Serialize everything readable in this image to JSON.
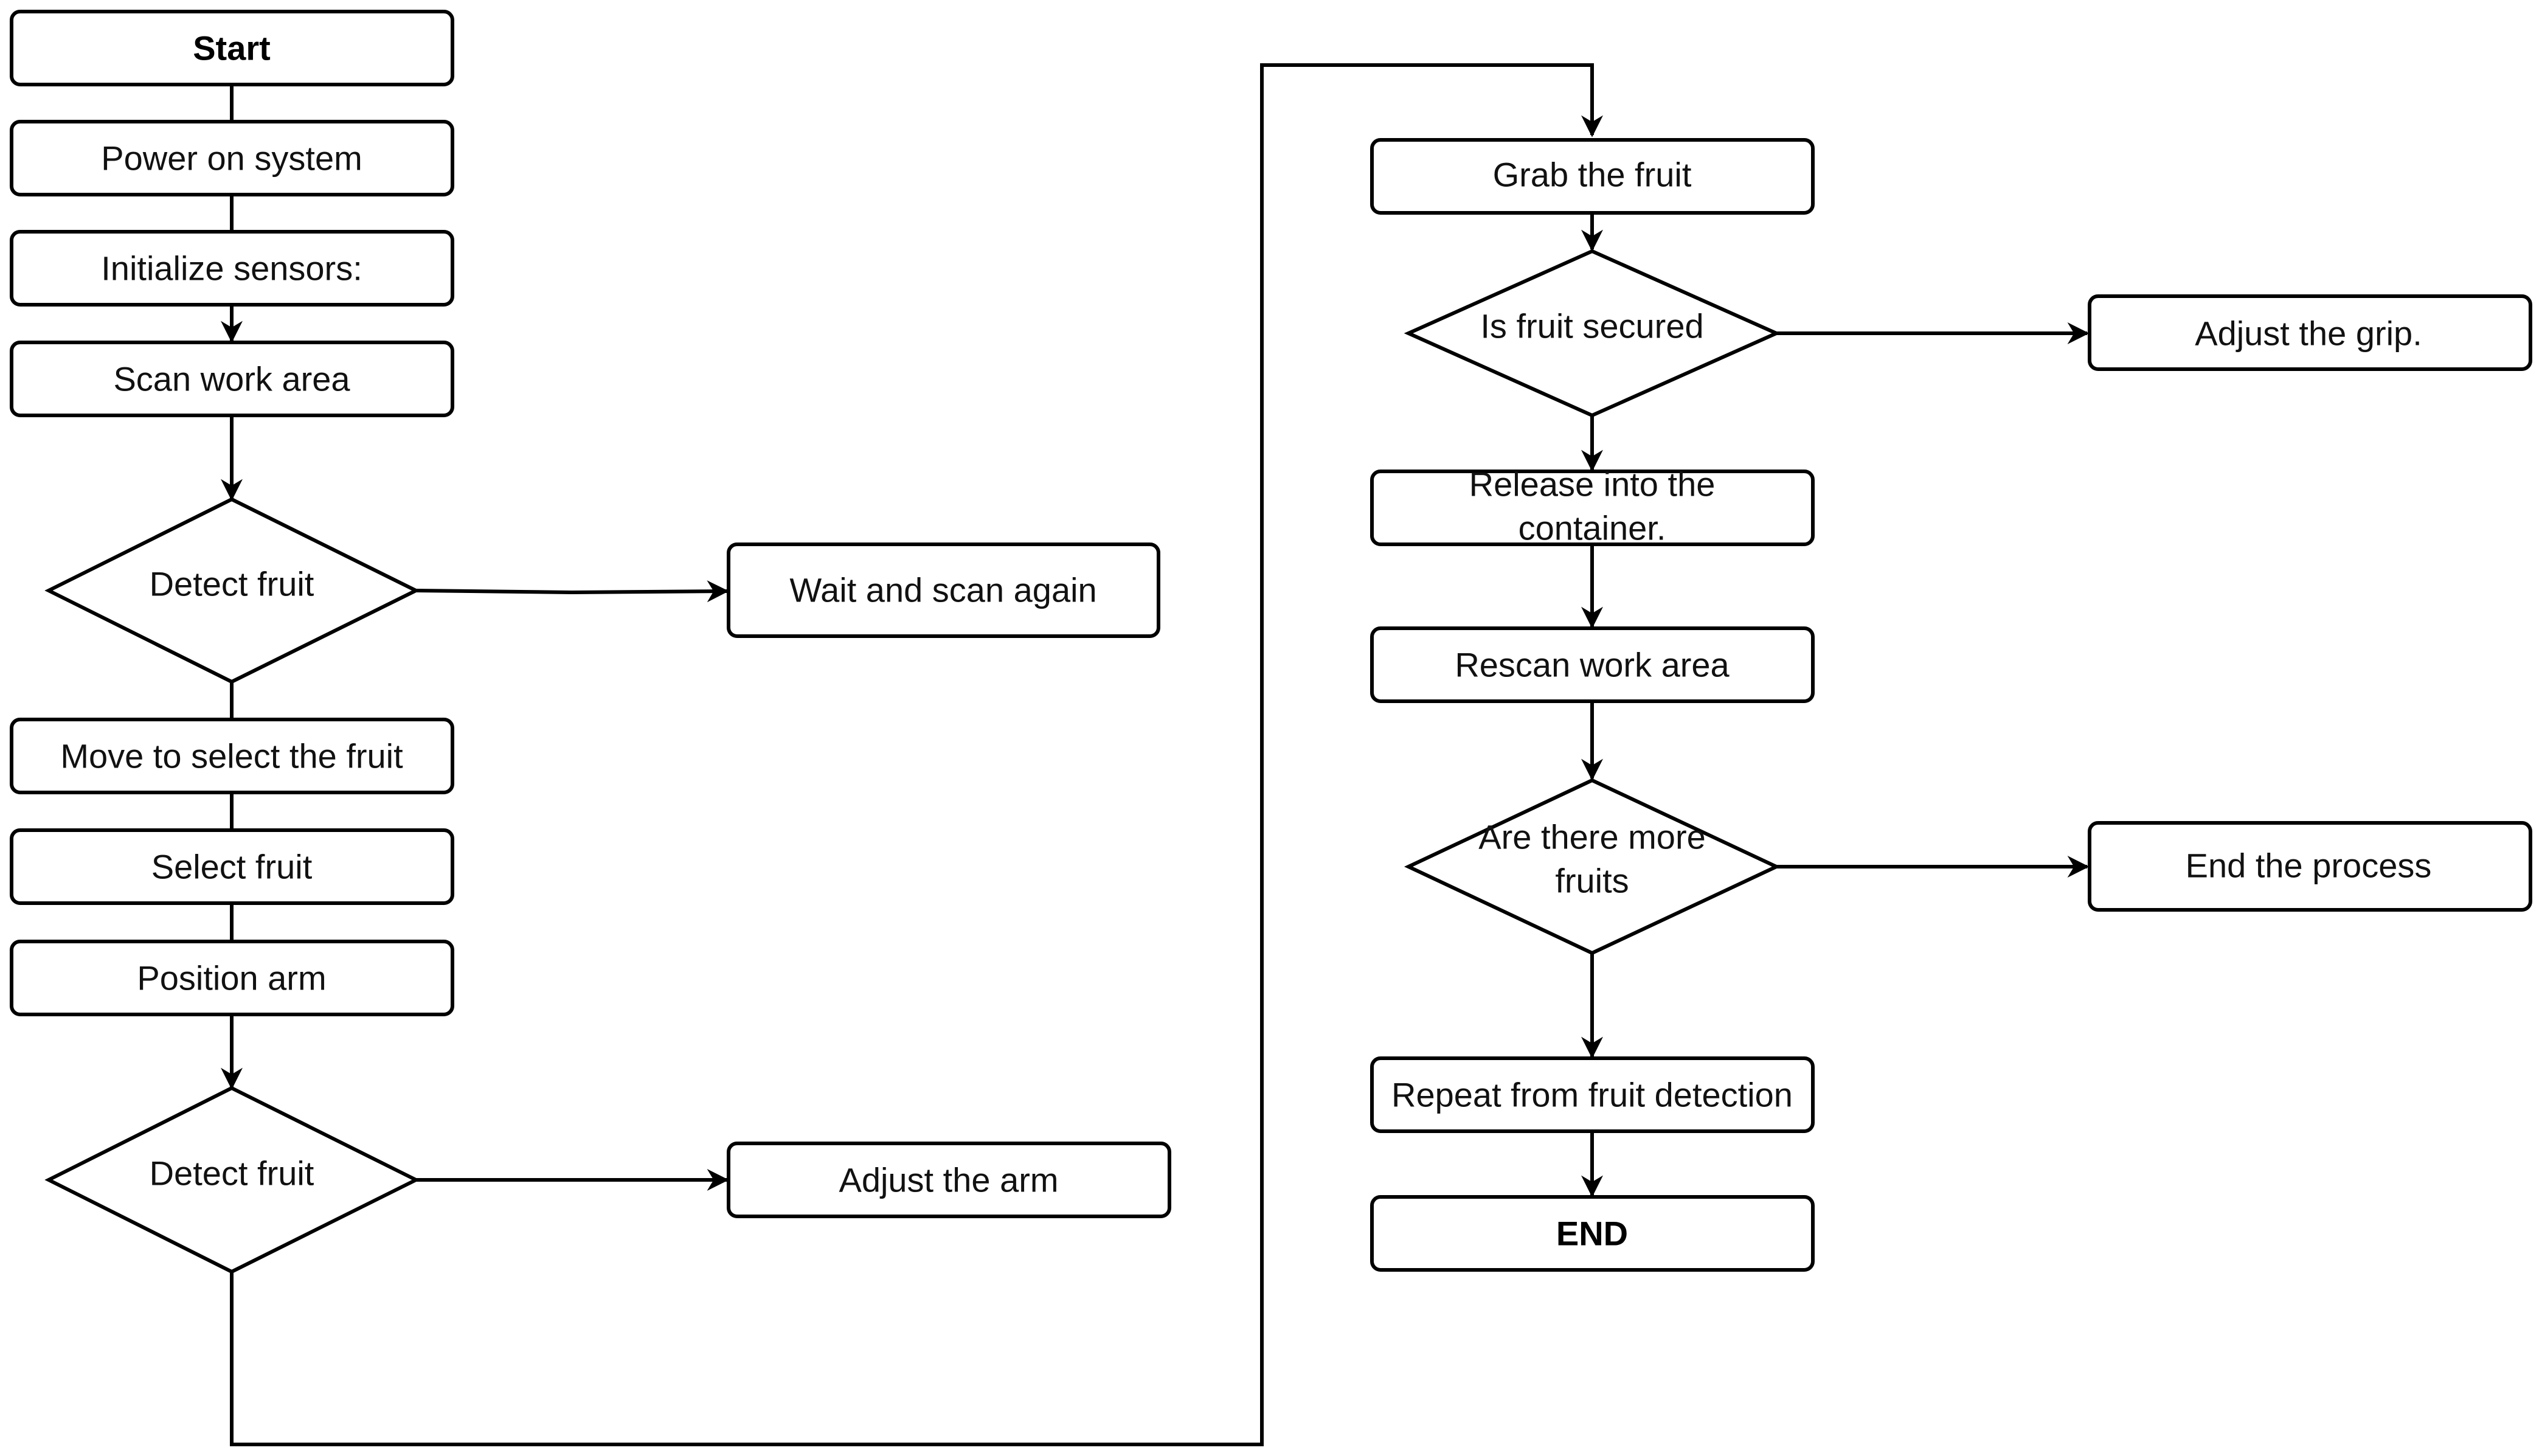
{
  "diagram": {
    "type": "flowchart",
    "nodes": {
      "start": {
        "label": "Start"
      },
      "power": {
        "label": "Power on system"
      },
      "init": {
        "label": "Initialize sensors:"
      },
      "scan": {
        "label": "Scan work area"
      },
      "detect1": {
        "label": "Detect fruit"
      },
      "wait": {
        "label": "Wait and scan again"
      },
      "move": {
        "label": "Move to select the fruit"
      },
      "select": {
        "label": "Select fruit"
      },
      "position": {
        "label": "Position arm"
      },
      "detect2": {
        "label": "Detect fruit"
      },
      "adjust_arm": {
        "label": "Adjust the arm"
      },
      "grab": {
        "label": "Grab the fruit"
      },
      "secured": {
        "label": "Is fruit secured"
      },
      "adjust_grip": {
        "label": "Adjust the grip."
      },
      "release": {
        "label_line1": "Release into the",
        "label_line2": "container."
      },
      "rescan": {
        "label": "Rescan work area"
      },
      "more": {
        "label_line1": "Are there more",
        "label_line2": "fruits"
      },
      "end_process": {
        "label": "End the process"
      },
      "repeat": {
        "label": "Repeat from fruit detection"
      },
      "end": {
        "label": "END"
      }
    },
    "edges": [
      {
        "from": "start",
        "to": "power"
      },
      {
        "from": "power",
        "to": "init"
      },
      {
        "from": "init",
        "to": "scan"
      },
      {
        "from": "scan",
        "to": "detect1"
      },
      {
        "from": "detect1",
        "to": "wait"
      },
      {
        "from": "detect1",
        "to": "move"
      },
      {
        "from": "move",
        "to": "select"
      },
      {
        "from": "select",
        "to": "position"
      },
      {
        "from": "position",
        "to": "detect2"
      },
      {
        "from": "detect2",
        "to": "adjust_arm"
      },
      {
        "from": "detect2",
        "to": "grab"
      },
      {
        "from": "grab",
        "to": "secured"
      },
      {
        "from": "secured",
        "to": "adjust_grip"
      },
      {
        "from": "secured",
        "to": "release"
      },
      {
        "from": "release",
        "to": "rescan"
      },
      {
        "from": "rescan",
        "to": "more"
      },
      {
        "from": "more",
        "to": "end_process"
      },
      {
        "from": "more",
        "to": "repeat"
      },
      {
        "from": "repeat",
        "to": "end"
      }
    ]
  }
}
